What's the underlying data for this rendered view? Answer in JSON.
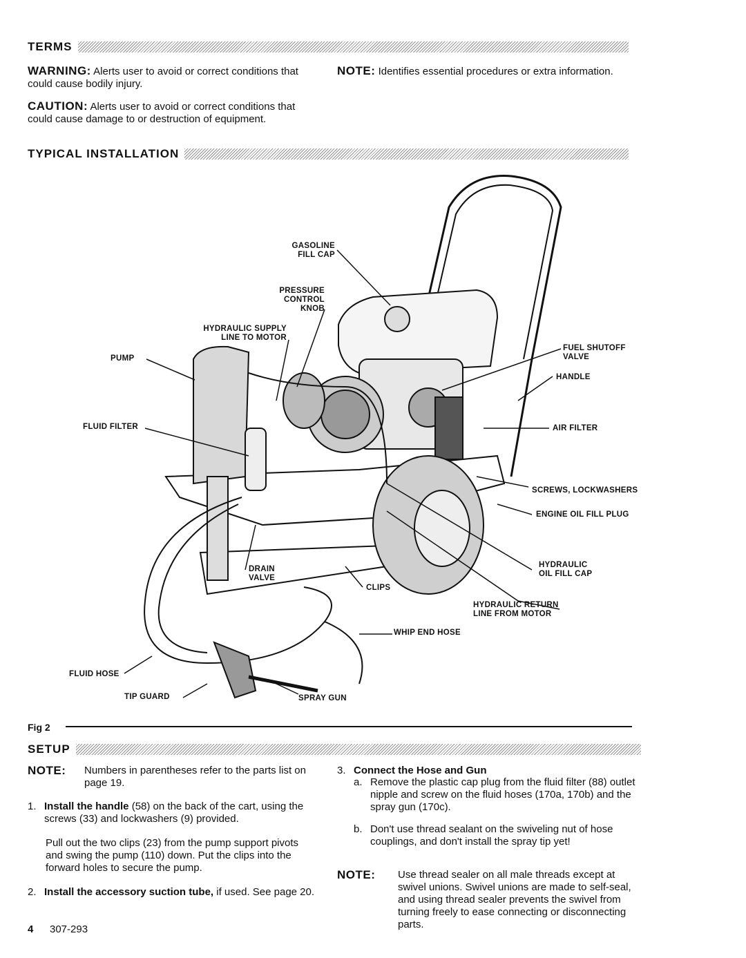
{
  "terms": {
    "heading": "TERMS",
    "warning_term": "WARNING:",
    "warning_text": "Alerts user to avoid or correct conditions that could cause bodily injury.",
    "caution_term": "CAUTION:",
    "caution_text": "Alerts user to avoid or correct conditions that could cause damage to or destruction of equipment.",
    "note_term": "NOTE:",
    "note_text": "Identifies essential procedures or extra information."
  },
  "installation": {
    "heading": "TYPICAL INSTALLATION",
    "fig_label": "Fig 2",
    "labels": {
      "gasoline_fill_cap_1": "GASOLINE",
      "gasoline_fill_cap_2": "FILL CAP",
      "pressure_control_knob_1": "PRESSURE",
      "pressure_control_knob_2": "CONTROL",
      "pressure_control_knob_3": "KNOB",
      "hydraulic_supply_1": "HYDRAULIC SUPPLY",
      "hydraulic_supply_2": "LINE TO MOTOR",
      "pump": "PUMP",
      "fluid_filter": "FLUID FILTER",
      "fuel_shutoff_1": "FUEL SHUTOFF",
      "fuel_shutoff_2": "VALVE",
      "handle": "HANDLE",
      "air_filter": "AIR FILTER",
      "screws_lockwashers": "SCREWS, LOCKWASHERS",
      "engine_oil_fill_plug": "ENGINE OIL FILL PLUG",
      "hydraulic_oil_fill_cap_1": "HYDRAULIC",
      "hydraulic_oil_fill_cap_2": "OIL FILL CAP",
      "drain_valve_1": "DRAIN",
      "drain_valve_2": "VALVE",
      "clips": "CLIPS",
      "hydraulic_return_1": "HYDRAULIC RETURN",
      "hydraulic_return_2": "LINE FROM MOTOR",
      "whip_end_hose": "WHIP END HOSE",
      "fluid_hose": "FLUID HOSE",
      "tip_guard": "TIP GUARD",
      "spray_gun": "SPRAY GUN"
    }
  },
  "setup": {
    "heading": "SETUP",
    "note_term": "NOTE:",
    "note_text": "Numbers in parentheses refer to the parts list on page 19.",
    "step1_num": "1.",
    "step1_bold": "Install the handle",
    "step1_text": "(58) on the back of the cart, using the screws (33) and lockwashers (9) provided.",
    "step1_para": "Pull out the two clips (23) from the pump support pivots and swing the pump (110) down. Put the clips into the forward holes to secure the pump.",
    "step2_num": "2.",
    "step2_bold": "Install the accessory suction tube,",
    "step2_text": "if used. See page 20.",
    "step3_num": "3.",
    "step3_bold": "Connect the Hose and Gun",
    "step3a_letter": "a.",
    "step3a_text": "Remove the plastic cap plug from the fluid filter (88) outlet nipple and screw on the fluid hoses (170a, 170b) and the spray gun (170c).",
    "step3b_letter": "b.",
    "step3b_text": "Don't use thread sealant on the swiveling nut of hose couplings, and don't install the spray tip yet!",
    "note2_term": "NOTE:",
    "note2_text": "Use thread sealer on all male threads except at swivel unions. Swivel unions are made to self-seal, and using thread sealer prevents the swivel from turning freely to ease connecting or disconnecting parts."
  },
  "footer": {
    "page_number": "4",
    "doc_number": "307-293"
  }
}
